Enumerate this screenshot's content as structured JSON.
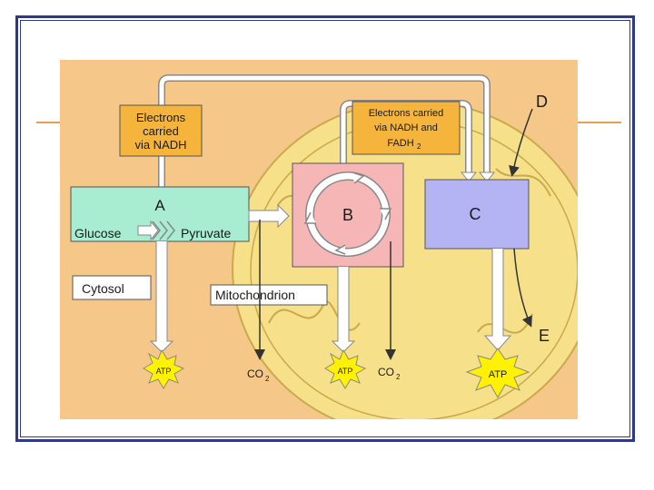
{
  "diagram": {
    "labels": {
      "electrons_nadh_line1": "Electrons",
      "electrons_nadh_line2": "carried",
      "electrons_nadh_line3": "via NADH",
      "electrons_fadh_line1": "Electrons carried",
      "electrons_fadh_line2": "via NADH and",
      "electrons_fadh_line3": "FADH",
      "electrons_fadh_sub": "2",
      "box_a": "A",
      "glucose": "Glucose",
      "pyruvate": "Pyruvate",
      "box_b": "B",
      "box_c": "C",
      "label_d": "D",
      "label_e": "E",
      "cytosol": "Cytosol",
      "mitochondrion": "Mitochondrion",
      "atp_1": "ATP",
      "atp_2": "ATP",
      "atp_3": "ATP",
      "co2_1": "CO",
      "co2_1_sub": "2",
      "co2_2": "CO",
      "co2_2_sub": "2"
    },
    "colors": {
      "background": "#f5c88a",
      "mitochondrion": "#f6e08a",
      "box_a": "#a8ecd2",
      "box_b": "#f7b6b6",
      "box_c": "#b4b4f4",
      "label_box": "#f5b43c",
      "atp_burst": "#fff200",
      "frame": "#2e3a87"
    }
  }
}
